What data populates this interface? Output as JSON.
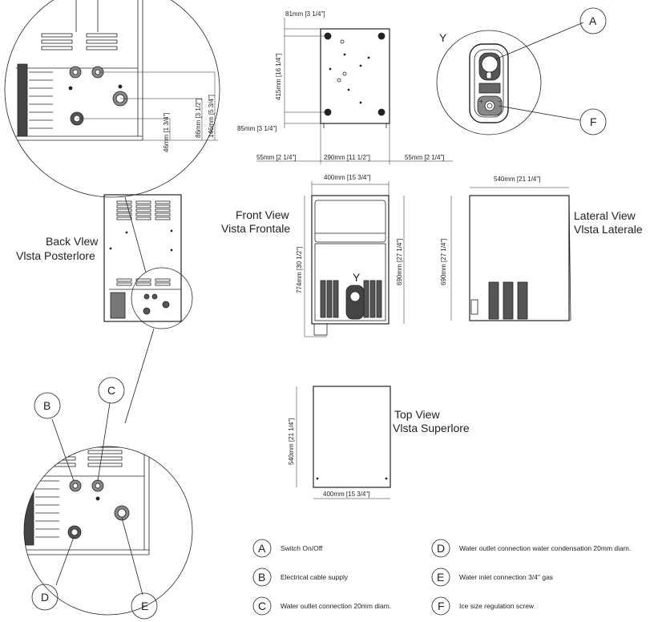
{
  "views": {
    "front": {
      "line1": "Front View",
      "line2": "Vista Frontale"
    },
    "lateral": {
      "line1": "Lateral View",
      "line2": "Vlsta Laterale"
    },
    "back": {
      "line1": "Back Vlew",
      "line2": "Vlsta Posterlore"
    },
    "top": {
      "line1": "Top View",
      "line2": "Vlsta Superlore"
    }
  },
  "dimensions": {
    "d81": "81mm [3 1/4\"]",
    "d415": "415mm [16 1/4\"]",
    "d85": "85mm [3 1/4\"]",
    "d55a": "55mm [2 1/4\"]",
    "d290": "290mm [11 1/2\"]",
    "d55b": "55mm [2 1/4\"]",
    "d400front": "400mm [15 3/4\"]",
    "d774": "774mm [30 1/2\"]",
    "d690front": "690mm [27 1/4\"]",
    "d540lat": "540mm [21 1/4\"]",
    "d690lat": "690mm [27 1/4\"]",
    "d540top": "540mm [21 1/4\"]",
    "d400top": "400mm [15 3/4\"]",
    "d146": "146mm [5 3/4\"]",
    "d86": "86mm [3 1/2\"]",
    "d46": "46mm [1 3/4\"]"
  },
  "callouts": {
    "Y_top": "Y",
    "Y_front": "Y",
    "A": "A",
    "B": "B",
    "C": "C",
    "D": "D",
    "E": "E",
    "F": "F"
  },
  "legend": [
    {
      "key": "A",
      "text": "Switch On/Off"
    },
    {
      "key": "B",
      "text": "Electrical cable supply"
    },
    {
      "key": "C",
      "text": "Water outlet connection 20mm diam."
    },
    {
      "key": "D",
      "text": "Water outlet connection water condensation 20mm diam."
    },
    {
      "key": "E",
      "text": "Water inlet connection 3/4\" gas"
    },
    {
      "key": "F",
      "text": "Ice size regulation screw"
    }
  ]
}
